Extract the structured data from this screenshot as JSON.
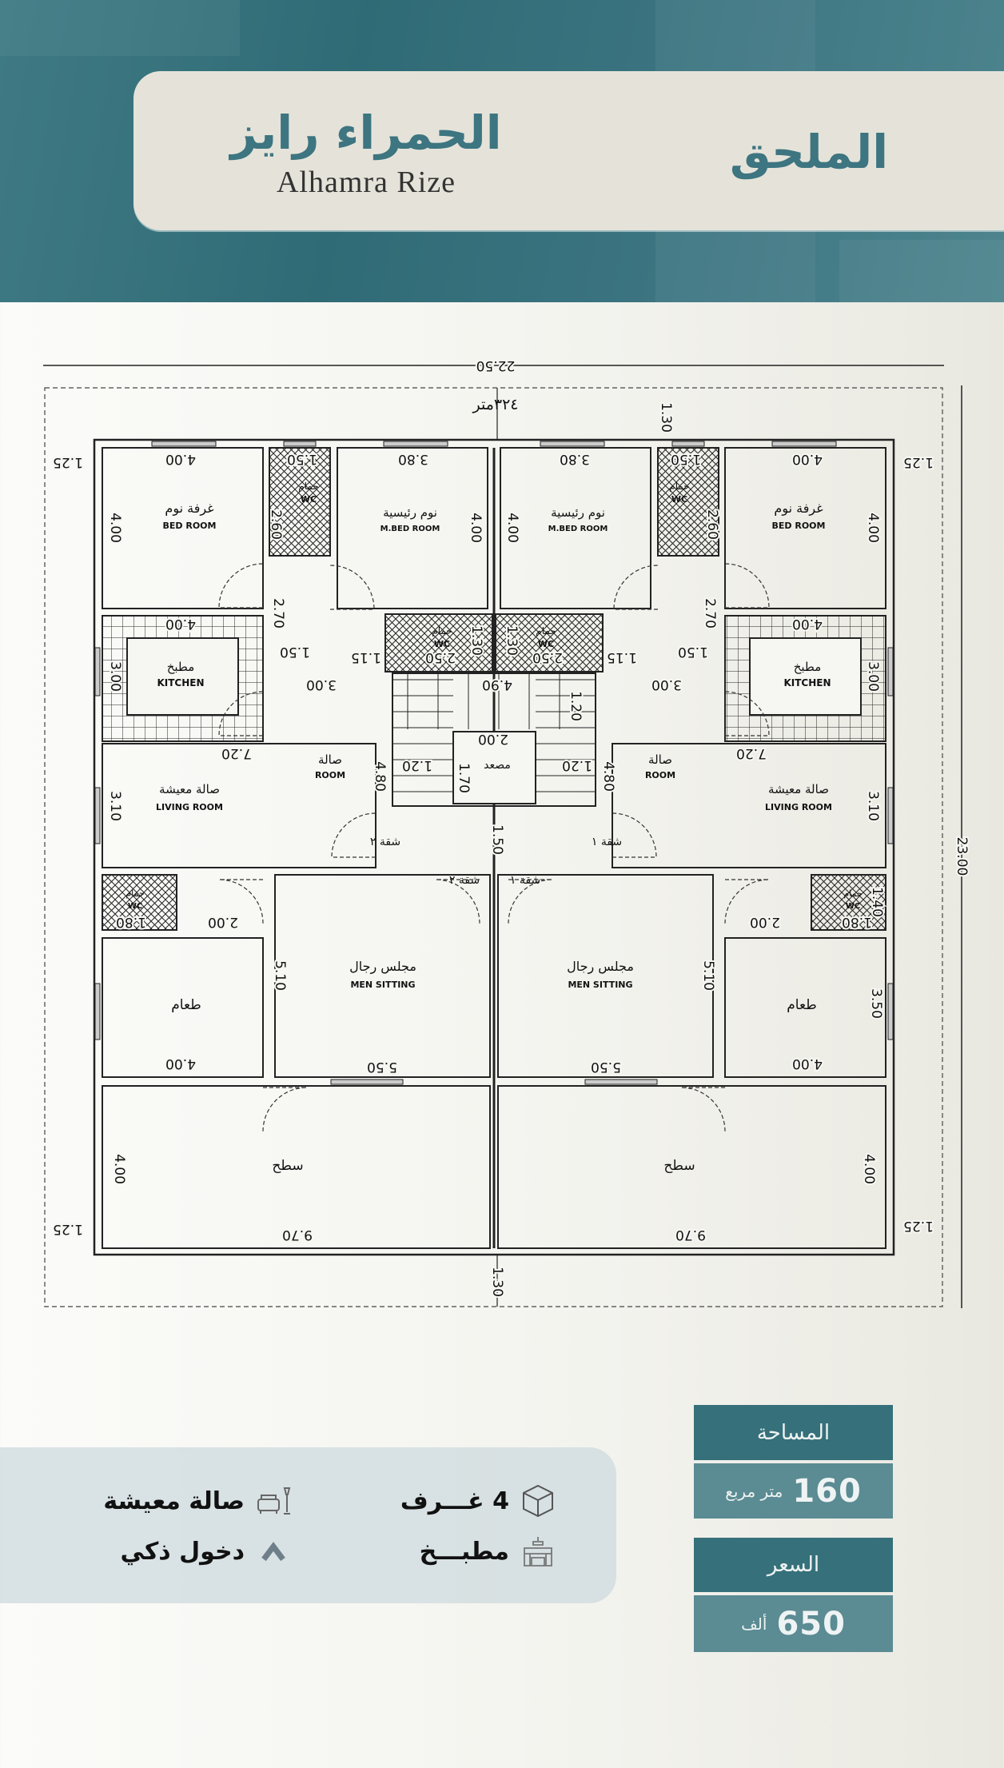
{
  "header": {
    "project_name_ar": "الحمراء رايز",
    "project_name_en": "Alhamra Rize",
    "section_name": "الملحق",
    "brand_color": "#3d7581"
  },
  "plan": {
    "plot_area": "٣٢٤متر",
    "rooms": {
      "bedroom": {
        "ar": "غرفة نوم",
        "en": "BED ROOM"
      },
      "master_bedroom": {
        "ar": "نوم رئيسية",
        "en": "M.BED ROOM"
      },
      "wc": {
        "ar": "حمام",
        "en": "WC"
      },
      "kitchen": {
        "ar": "مطبخ",
        "en": "KITCHEN"
      },
      "hall": {
        "ar": "صالة",
        "en": "ROOM"
      },
      "living": {
        "ar": "صالة معيشة",
        "en": "LIVING ROOM"
      },
      "elevator": {
        "ar": "مصعد"
      },
      "apt1": {
        "ar": "شقة ١"
      },
      "apt2": {
        "ar": "شقة ٢"
      },
      "men_sitting": {
        "ar": "مجلس رجال",
        "en": "MEN SITTING"
      },
      "dining": {
        "ar": "طعام"
      },
      "roof": {
        "ar": "سطح"
      }
    },
    "dimensions": [
      "22.50",
      "23.00",
      "1.30",
      "1.30",
      "1.25",
      "1.25",
      "1.25",
      "1.25",
      "4.00",
      "4.00",
      "1.50",
      "2.60",
      "3.80",
      "4.00",
      "2.70",
      "4.00",
      "3.00",
      "1.50",
      "1.15",
      "2.50",
      "1.30",
      "3.00",
      "7.20",
      "3.10",
      "2.00",
      "1.80",
      "5.10",
      "4.00",
      "5.50",
      "4.00",
      "9.70",
      "4.00",
      "4.00",
      "1.50",
      "2.60",
      "3.80",
      "4.00",
      "2.70",
      "4.00",
      "3.00",
      "1.50",
      "1.15",
      "2.50",
      "1.30",
      "3.00",
      "7.20",
      "3.10",
      "2.00",
      "1.80",
      "5.10",
      "4.00",
      "5.50",
      "4.00",
      "9.70",
      "4.90",
      "2.00",
      "1.70",
      "1.20",
      "1.20",
      "1.20",
      "4.80",
      "4.80",
      "1.50",
      "1.40",
      "3.50"
    ]
  },
  "features": [
    {
      "icon": "room-cube-icon",
      "label": "4 غـــرف"
    },
    {
      "icon": "sofa-lamp-icon",
      "label": "صالة معيشة"
    },
    {
      "icon": "kitchen-icon",
      "label": "مطبـــخ"
    },
    {
      "icon": "chevron-up-icon",
      "label": "دخول ذكي"
    }
  ],
  "stats": {
    "area": {
      "label": "المساحة",
      "value": "160",
      "unit": "متر مربع"
    },
    "price": {
      "label": "السعر",
      "value": "650",
      "unit": "ألف"
    },
    "header_color": "#36707a",
    "value_color": "#5b8b93"
  }
}
